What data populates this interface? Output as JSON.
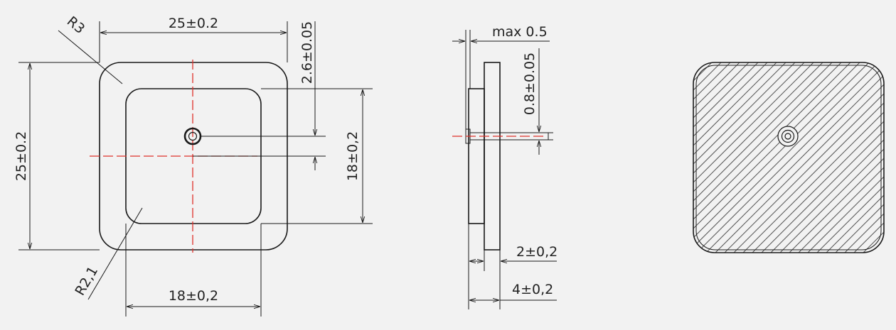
{
  "front_view": {
    "top_width": "25±0.2",
    "corner_radius_outer": "R3",
    "left_height": "25±0.2",
    "hole_offset": "2.6±0.05",
    "inner_height": "18±0,2",
    "corner_radius_inner": "R2,1",
    "bottom_width": "18±0,2"
  },
  "side_view": {
    "max_thickness": "max 0.5",
    "pin_diameter": "0.8±0.05",
    "plate_thickness": "2±0,2",
    "total_thickness": "4±0,2"
  },
  "colors": {
    "line": "#1a1a1a",
    "centerline": "#e0312b",
    "background": "#f2f2f2"
  }
}
